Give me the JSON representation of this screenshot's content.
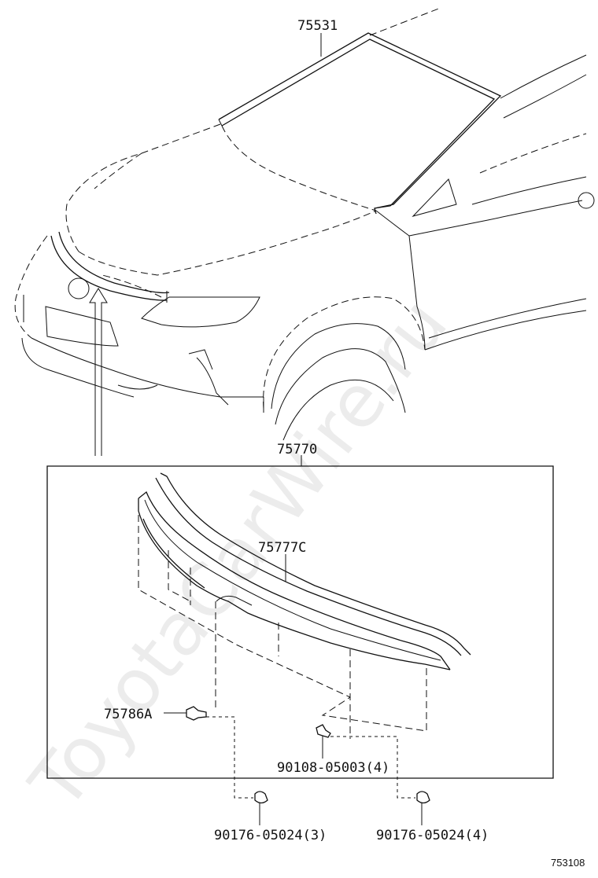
{
  "watermark": "ToyotaCarWire.ru",
  "labels": {
    "windshield_molding": "75531",
    "front_garnish_assembly": "75770",
    "hood_molding": "75777C",
    "clip_a": "75786A",
    "screw_center": "90108-05003(4)",
    "nut_left": "90176-05024(3)",
    "nut_right": "90176-05024(4)"
  },
  "diagram_number": "753108"
}
